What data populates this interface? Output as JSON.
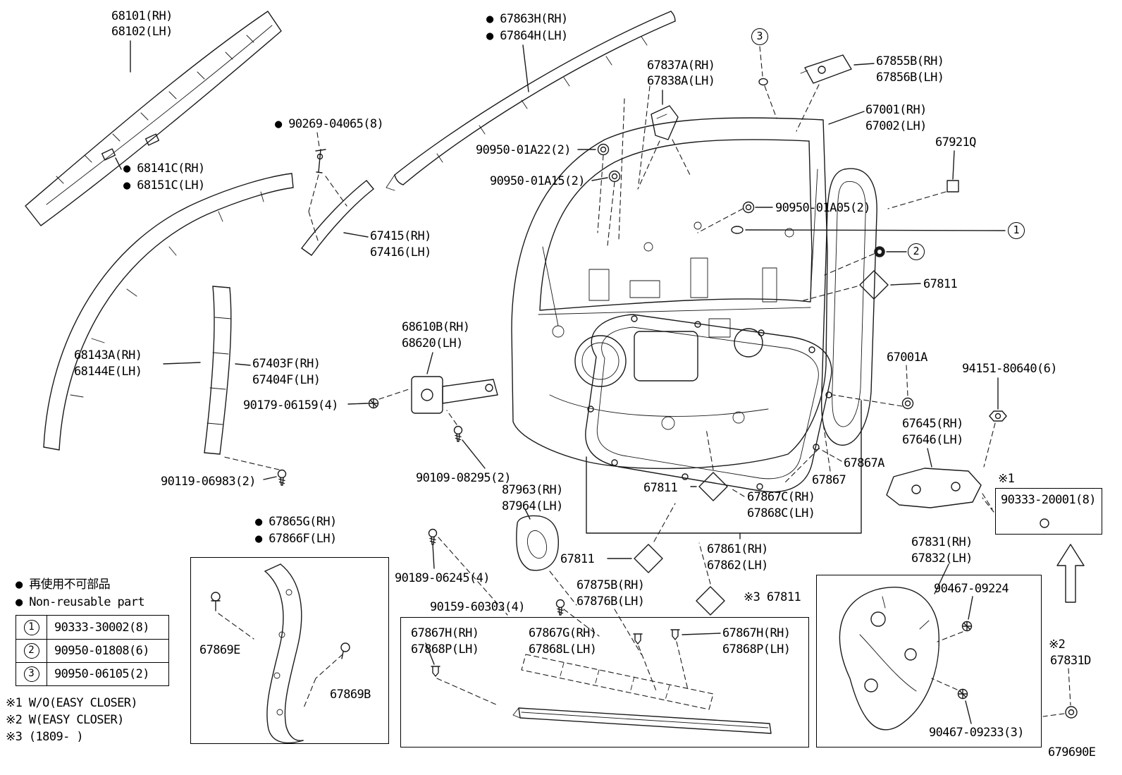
{
  "page": {
    "drawing_code": "679690E"
  },
  "labels": {
    "glass_rh": "68101(RH)",
    "glass_lh": "68102(LH)",
    "molding_front_rh": "● 67863H(RH)",
    "molding_front_lh": "● 67864H(LH)",
    "bracket_rh": "67837A(RH)",
    "bracket_lh": "67838A(LH)",
    "check_rh": "67855B(RH)",
    "check_lh": "67856B(LH)",
    "panel_rh": "67001(RH)",
    "panel_lh": "67002(LH)",
    "cushion": "67921Q",
    "grommet_a05": "90950-01A05(2)",
    "pad_right": "67811",
    "panel_sub": "67001A",
    "nut": "94151-80640(6)",
    "hinge_rh": "67645(RH)",
    "hinge_lh": "67646(LH)",
    "clip_67867a": "67867A",
    "clip_67867": "67867",
    "clip_c_rh": "67867C(RH)",
    "clip_c_lh": "67868C(LH)",
    "pad_mid": "67811",
    "weatherstrip_rh": "67861(RH)",
    "weatherstrip_lh": "67862(LH)",
    "pad_low": "67811",
    "pad_star3": "※3 67811",
    "handle_frame_rh": "87963(RH)",
    "handle_frame_lh": "87964(LH)",
    "screw_90189": "90189-06245(4)",
    "screw_90159": "90159-60303(4)",
    "molding_b_rh": "67875B(RH)",
    "molding_b_lh": "67876B(LH)",
    "clip_h_left_rh": "67867H(RH)",
    "clip_h_left_lh": "67868P(LH)",
    "clip_g_rh": "67867G(RH)",
    "clip_g_lh": "67868L(LH)",
    "clip_h_right_rh": "67867H(RH)",
    "clip_h_right_lh": "67868P(LH)",
    "cover_rh": "● 67865G(RH)",
    "cover_lh": "● 67866F(LH)",
    "p67869e": "67869E",
    "p67869b": "67869B",
    "reg_panel_rh": "67831(RH)",
    "reg_panel_lh": "67832(LH)",
    "bolt_09224": "90467-09224",
    "bolt_09233": "90467-09233(3)",
    "star2": "※2",
    "p67831d": "67831D",
    "star1": "※1",
    "star1_part": "90333-20001(8)",
    "glass_clip_rh": "● 68141C(RH)",
    "glass_clip_lh": "● 68151C(LH)",
    "pin_90269": "● 90269-04065(8)",
    "run_rh": "67415(RH)",
    "run_lh": "67416(LH)",
    "channel_rh": "68143A(RH)",
    "channel_lh": "68144E(LH)",
    "frame_rh": "67403F(RH)",
    "frame_lh": "67404F(LH)",
    "bolt_90179": "90179-06159(4)",
    "check_link_rh": "68610B(RH)",
    "check_link_lh": "68620(LH)",
    "bolt_90119": "90119-06983(2)",
    "bolt_90109": "90109-08295(2)",
    "grommet_a22": "90950-01A22(2)",
    "grommet_a15": "90950-01A15(2)"
  },
  "callouts": {
    "c1": "1",
    "c2": "2",
    "c3": "3"
  },
  "legend": {
    "nonreusable_jp": "● 再使用不可部品",
    "nonreusable_en": "● Non-reusable part",
    "rows": [
      {
        "num": "1",
        "part": "90333-30002(8)"
      },
      {
        "num": "2",
        "part": "90950-01808(6)"
      },
      {
        "num": "3",
        "part": "90950-06105(2)"
      }
    ],
    "note1": "※1 W/O(EASY CLOSER)",
    "note2": "※2 W(EASY CLOSER)",
    "note3": "※3 (1809-      )"
  }
}
